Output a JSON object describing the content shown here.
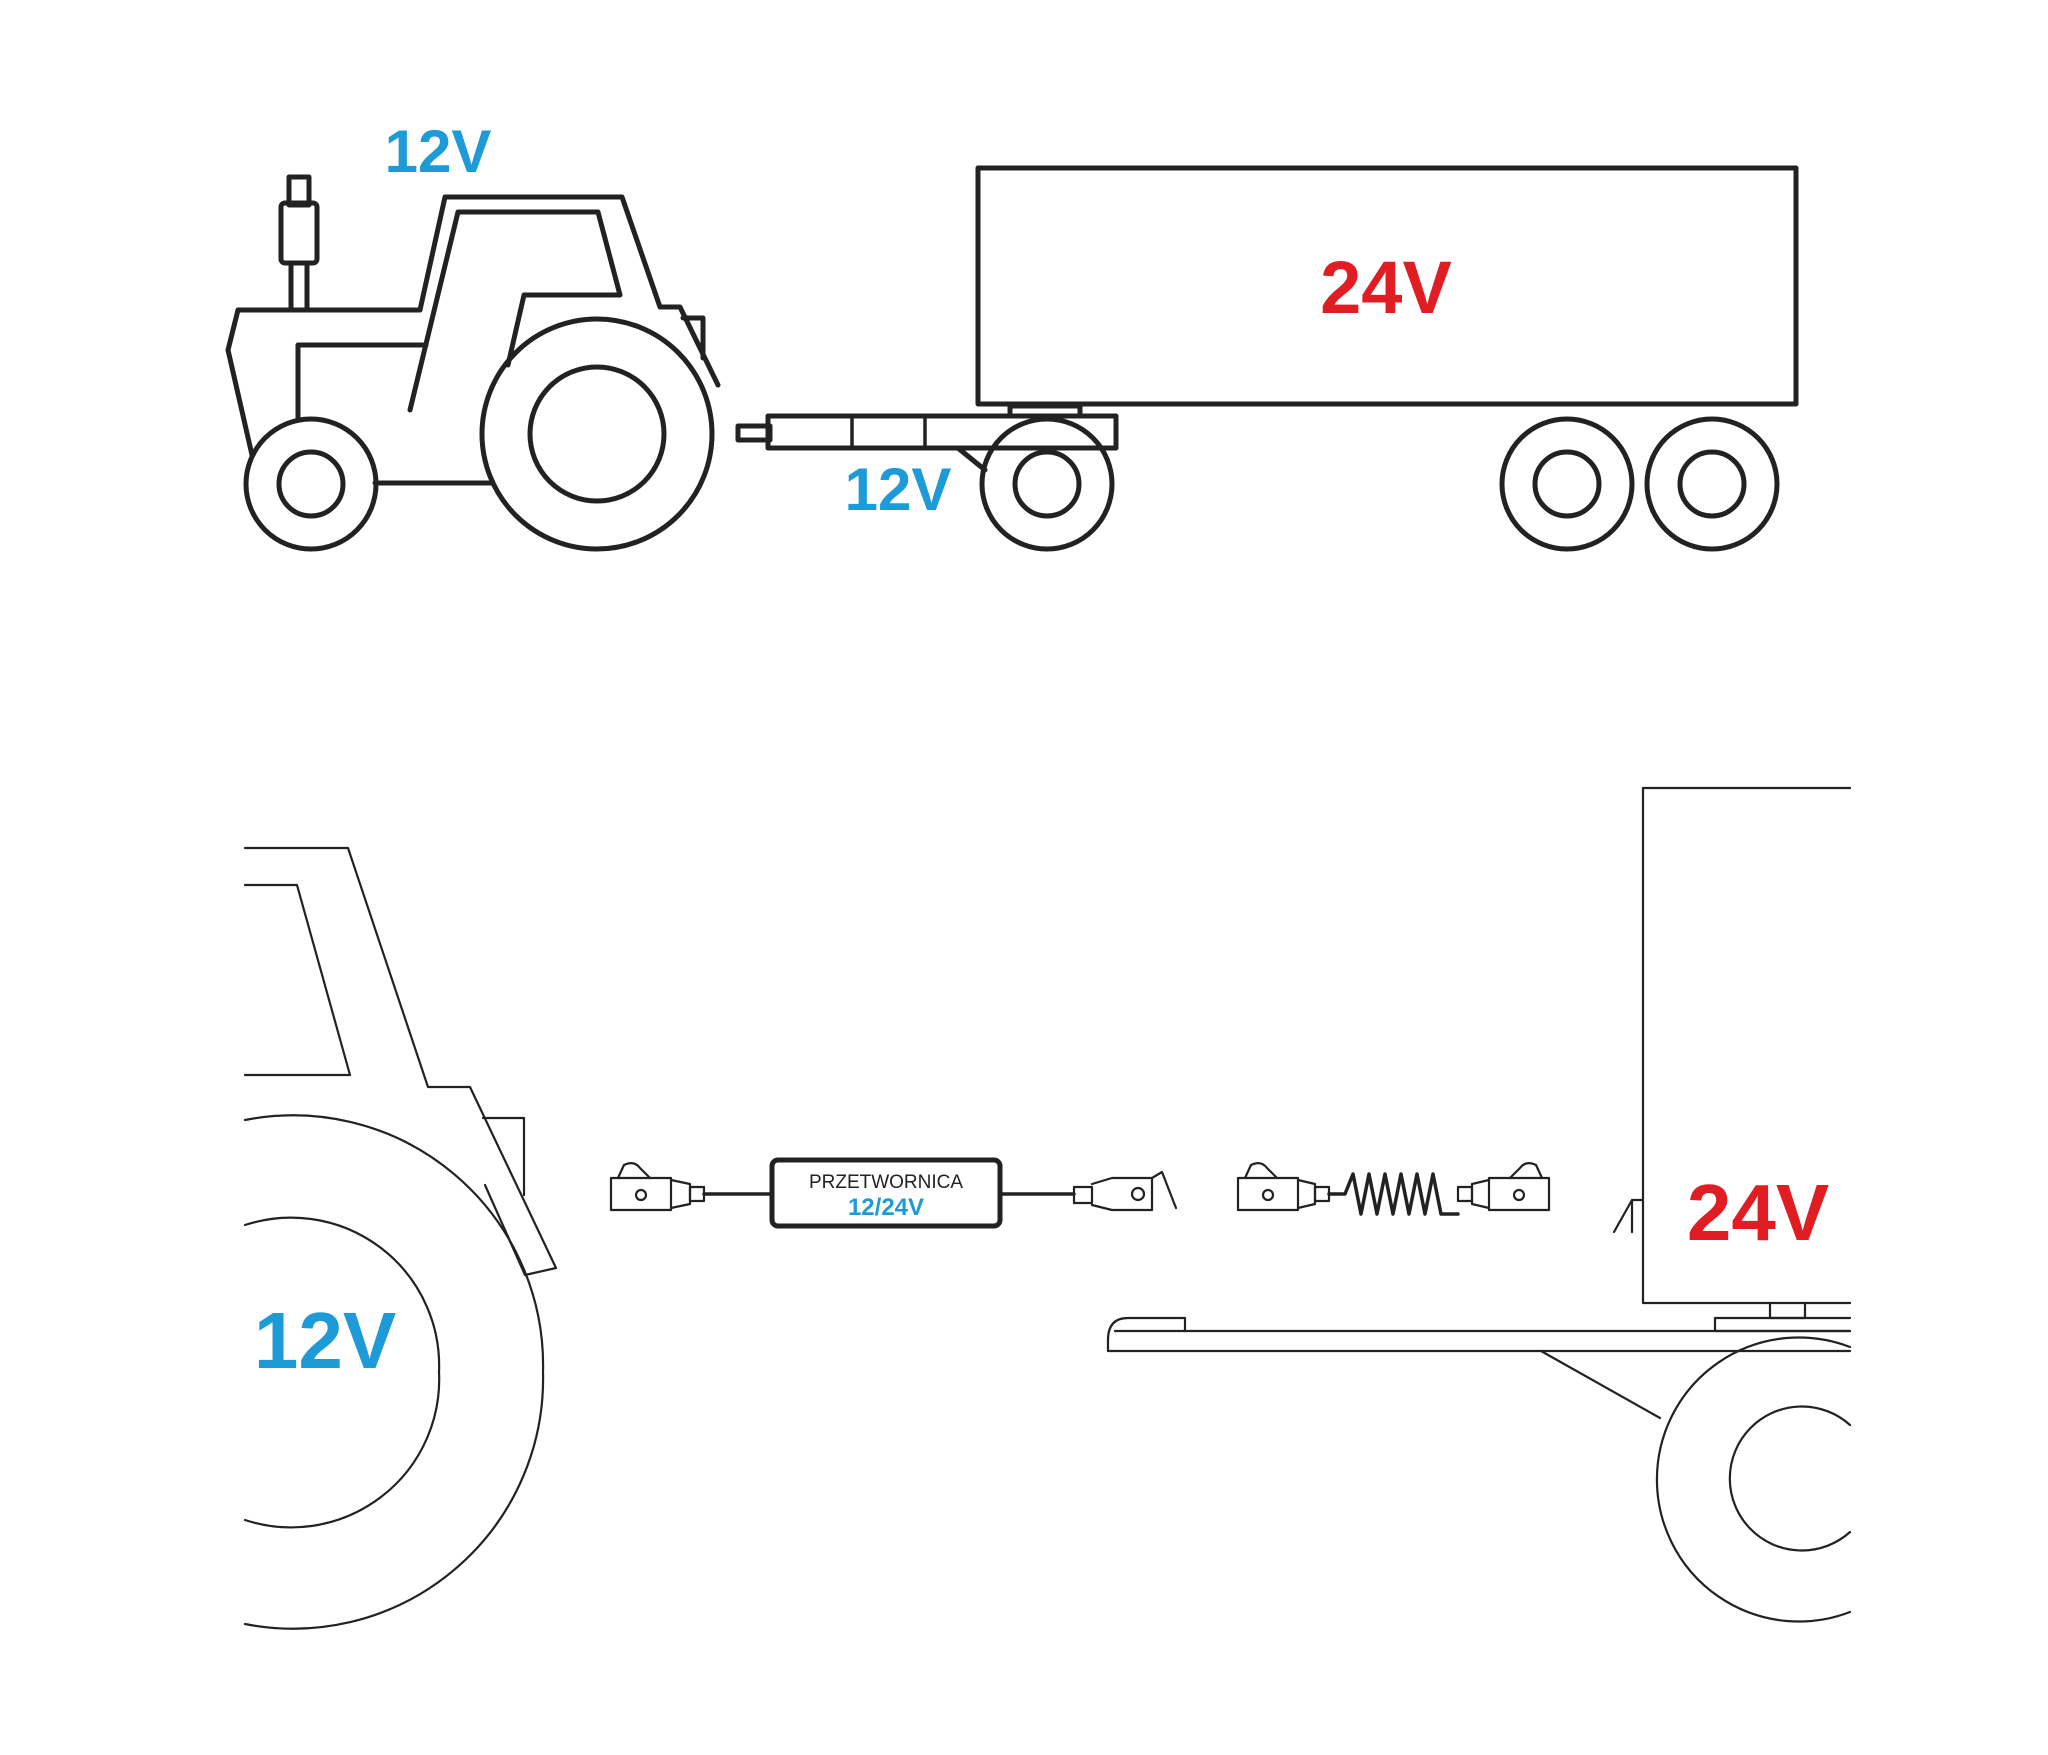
{
  "colors": {
    "tractor_voltage": "#1e9ad6",
    "trailer_voltage": "#e11d24",
    "line": "#222222",
    "background": "#ffffff"
  },
  "top_scene": {
    "tractor_label": "12V",
    "dolly_label": "12V",
    "trailer_label": "24V"
  },
  "bottom_scene": {
    "tractor_label": "12V",
    "trailer_label": "24V",
    "converter": {
      "name": "PRZETWORNICA",
      "rating": "12/24V"
    },
    "icons": {
      "plug_tractor": "socket-plug-icon",
      "plug_converter_out": "plug-icon",
      "spiral_cable": "spiral-cable-icon"
    }
  }
}
